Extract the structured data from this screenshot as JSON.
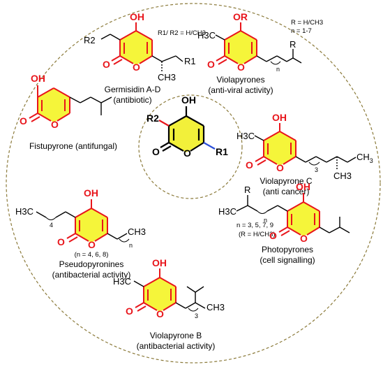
{
  "core": {
    "r2": "R2",
    "r1": "R1",
    "oh": "OH",
    "o_carbonyl": "O",
    "o_ring": "O"
  },
  "germisidin": {
    "oh": "OH",
    "r2": "R2",
    "r1": "R1",
    "note": "R1/ R2 = H/CH3",
    "ch3": "CH3",
    "name": "Germisidin A-D",
    "activity": "(antibiotic)"
  },
  "violapyrones": {
    "or": "OR",
    "h3c": "H3C",
    "r": "R",
    "n": "n",
    "note_r": "R = H/CH3",
    "note_n": "n = 1-7",
    "name": "Violapyrones",
    "activity": "(anti-viral activity)"
  },
  "fistupyrone": {
    "oh": "OH",
    "name": "Fistupyrone (antifungal)"
  },
  "violapyrone_c": {
    "oh": "OH",
    "h3c": "H3C",
    "ch3": "CH3",
    "sub3": "3",
    "name": "Violapyrone C",
    "activity": "(anti cancer)"
  },
  "pseudopyronines": {
    "oh": "OH",
    "h3c": "H3C",
    "sub4": "4",
    "ch3": "CH3",
    "n": "n",
    "note": "(n = 4, 6, 8)",
    "name": "Pseudopyronines",
    "activity": "(antibacterial activity)"
  },
  "photopyrones": {
    "oh": "OH",
    "r": "R",
    "h3c": "H3C",
    "n": "n",
    "note_n": "n = 3, 5, 7, 9",
    "note_r": "(R = H/CH3)",
    "name": "Photopyrones",
    "activity": "(cell signalling)"
  },
  "violapyrone_b": {
    "oh": "OH",
    "h3c": "H3C",
    "sub3": "3",
    "ch3": "CH3",
    "name": "Violapyrone B",
    "activity": "(antibacterial activity)"
  },
  "colors": {
    "ring_fill": "#f5f53a",
    "ring_bond": "#e8151b",
    "core_fill": "#f2f03a",
    "core_bond_highlight": "#2b4fd8",
    "circle_outline": "#8b7a3a"
  }
}
